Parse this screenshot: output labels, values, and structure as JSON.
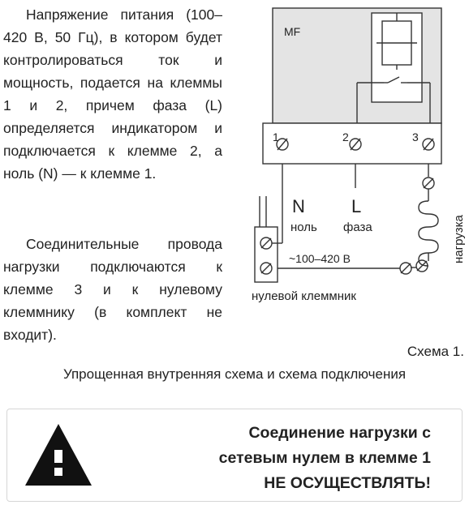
{
  "left_text": {
    "paragraph1": "Напряжение питания (100–420 В, 50 Гц), в котором будет контролироваться ток и мощность, подается на клеммы 1 и 2, причем фаза (L) определяется индикатором и подключается к клемме 2, а ноль (N) — к клемме 1.",
    "paragraph2": "Соединительные провода нагрузки подключаются к клемме 3 и к нулевому клеммнику (в комплект не входит)."
  },
  "diagram": {
    "device_label": "MF",
    "terminal_1": "1",
    "terminal_2": "2",
    "terminal_3": "3",
    "neutral_letter": "N",
    "neutral_label": "ноль",
    "phase_letter": "L",
    "phase_label": "фаза",
    "voltage_label": "~100–420 В",
    "neutral_block_label": "нулевой клеммник",
    "load_label": "нагрузка"
  },
  "caption": {
    "scheme_number": "Схема 1.",
    "title": "Упрощенная внутренняя схема и схема подключения"
  },
  "warning": {
    "icon": "warning-triangle-icon",
    "line1": "Соединение нагрузки с",
    "line2": "сетевым нулем в клемме 1",
    "line3": "НЕ ОСУЩЕСТВЛЯТЬ!"
  }
}
